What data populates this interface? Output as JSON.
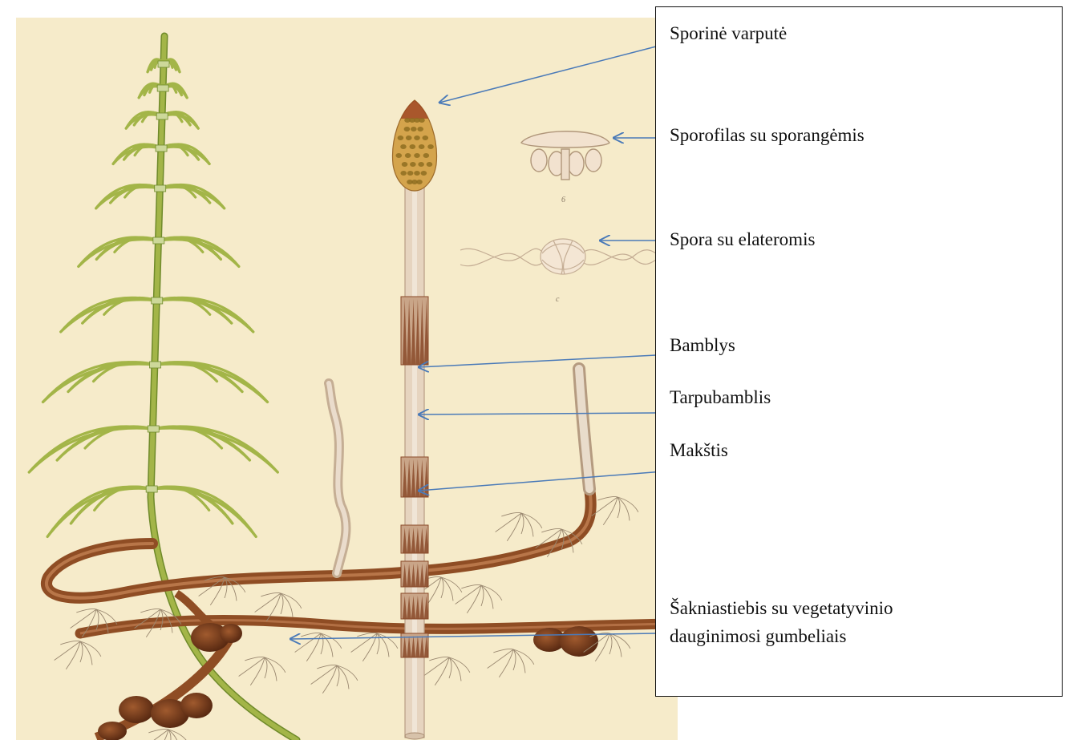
{
  "labels": {
    "strobilus": "Sporinė varputė",
    "sporophyll": "Sporofilas su sporangėmis",
    "spore": "Spora su elateromis",
    "node": "Bamblys",
    "internode": "Tarpubamblis",
    "sheath": "Makštis",
    "rhizome_line1": "Šakniastiebis su vegetatyvinio",
    "rhizome_line2": "dauginimosi gumbeliais"
  },
  "colors": {
    "background": "#f6ebca",
    "arrow": "#4a7ab8",
    "sterile_stem": "#a3b548",
    "fertile_stem": "#e6d4bf",
    "rhizome": "#8f4d24",
    "sheath": "#8a4a2a",
    "strobilus": "#d4a44c"
  }
}
